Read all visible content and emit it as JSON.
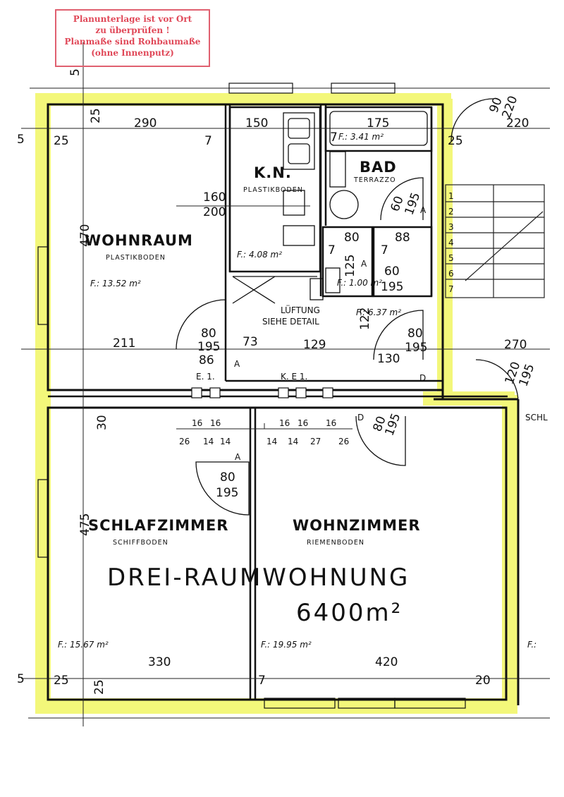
{
  "stamp": {
    "line1": "Planunterlage ist vor Ort",
    "line2": "zu überprüfen !",
    "line3": "Planmaße sind Rohbaumaße",
    "line4": "(ohne Innenputz)"
  },
  "rooms": {
    "wohnraum": {
      "name": "WOHNRAUM",
      "floor": "PLASTIKBODEN",
      "area": "F.: 13.52 m²"
    },
    "kn": {
      "name": "K.N.",
      "floor": "PLASTIKBODEN",
      "area": "F.: 4.08 m²"
    },
    "bad": {
      "name": "BAD",
      "floor": "TERRAZZO",
      "area": "F.: 3.41 m²"
    },
    "wc_area": "F.: 1.00 m²",
    "vr_area": "F.: 6.37 m²",
    "lueftung1": "LÜFTUNG",
    "lueftung2": "SIEHE DETAIL",
    "schlafzimmer": {
      "name": "SCHLAFZIMMER",
      "floor": "SCHIFFBODEN",
      "area": "F.: 15.67 m²"
    },
    "wohnzimmer": {
      "name": "WOHNZIMMER",
      "floor": "RIEMENBODEN",
      "area": "F.: 19.95 m²"
    },
    "ke1": "E. 1.",
    "ke2": "K. E  1.",
    "schl": "SCHL",
    "f_right": "F.:"
  },
  "title": {
    "line1": "DREI-RAUMWOHNUNG",
    "line2": "6400m²"
  },
  "dims": {
    "d290": "290",
    "d150": "150",
    "d175": "175",
    "d220": "220",
    "d25a": "25",
    "d25b": "25",
    "d25c": "25",
    "d25d": "25",
    "d25e": "25",
    "d7a": "7",
    "d7b": "7",
    "d5a": "5",
    "d5b": "5",
    "d5c": "5",
    "d470": "470",
    "d160": "160",
    "d200": "200",
    "d80a": "80",
    "d88": "88",
    "d7c": "7",
    "d7d": "7",
    "d125": "125",
    "d60a": "60",
    "d195a": "195",
    "d60b": "60",
    "d195b": "195",
    "d211": "211",
    "d80b": "80",
    "d195c": "195",
    "d86": "86",
    "d73": "73",
    "d129": "129",
    "d122": "122",
    "d80c": "80",
    "d195d": "195",
    "d130": "130",
    "d270": "270",
    "d120": "120",
    "d195e": "195",
    "d90": "90",
    "d220b": "220",
    "d30": "30",
    "d16a": "16",
    "d16b": "16",
    "d26a": "26",
    "d14a": "14",
    "d14b": "14",
    "d16c": "16",
    "d16d": "16",
    "d16e": "16",
    "d14c": "14",
    "d14d": "14",
    "d27": "27",
    "d26b": "26",
    "d80d": "80",
    "d195f": "195",
    "d80e": "80",
    "d195g": "195",
    "d475": "475",
    "d330": "330",
    "d420": "420",
    "d20": "20",
    "d7e": "7",
    "A1": "A",
    "A2": "A",
    "A3": "A",
    "A4": "A",
    "D1": "D",
    "D2": "D",
    "s1": "1",
    "s2": "2",
    "s3": "3",
    "s4": "4",
    "s5": "5",
    "s6": "6",
    "s7": "7"
  }
}
